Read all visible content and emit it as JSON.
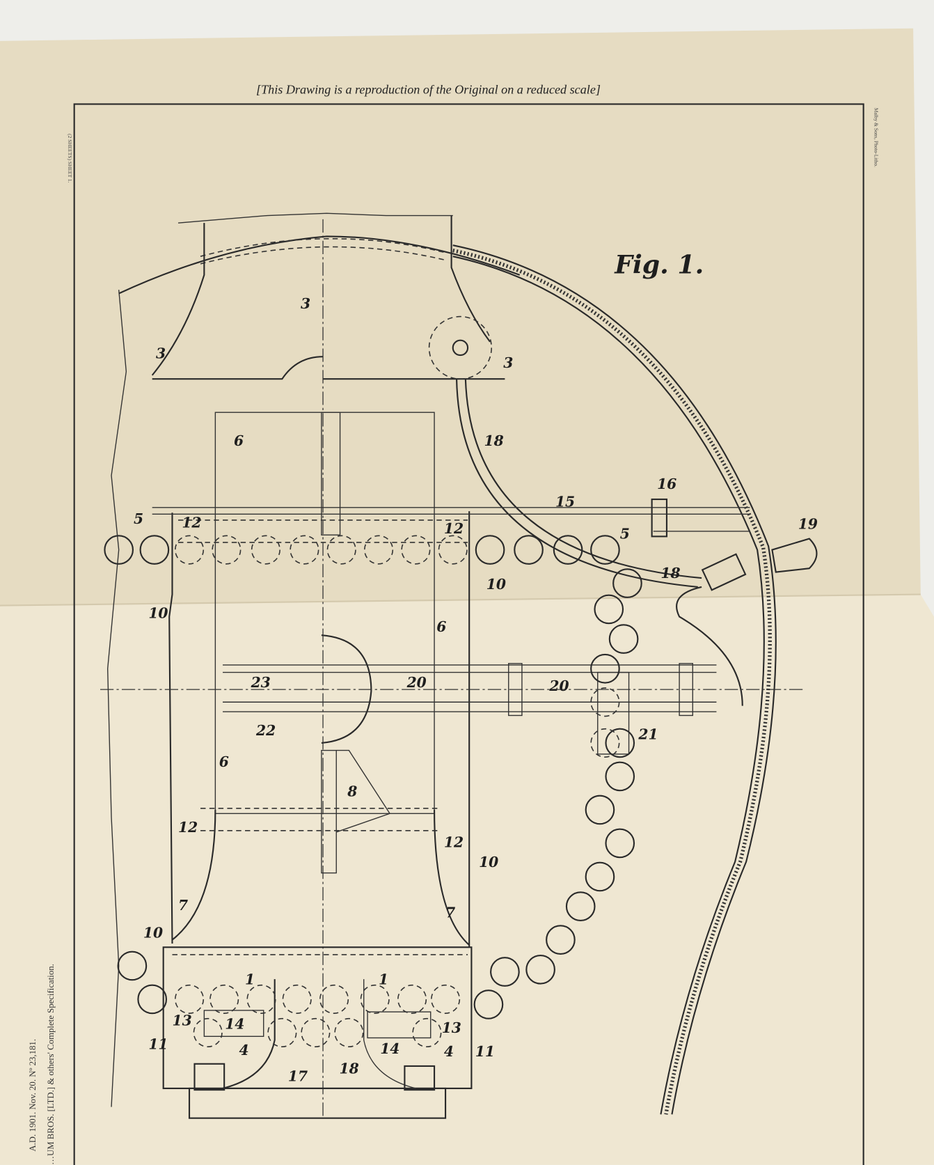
{
  "sheet": {
    "header_note": "[This Drawing is a reproduction of the Original on a reduced scale]",
    "figure_title": "Fig. 1.",
    "side_caption_line1": "A.D. 1901. Nov. 20. Nº 23,181.",
    "side_caption_line2": "…UM BROS. [LTD.] & others' Complete Specification.",
    "sheet_marker": "(2 SHEETS) SHEET 1.",
    "printer_mark": "Malby & Sons, Photo-Litho."
  },
  "colors": {
    "paper_upper": "#e6dcc2",
    "paper_lower": "#efe7d2",
    "ink": "#2a2a2a"
  },
  "fig_labels": [
    "3",
    "3",
    "3",
    "6",
    "6",
    "6",
    "5",
    "5",
    "12",
    "12",
    "12",
    "12",
    "15",
    "16",
    "18",
    "18",
    "19",
    "10",
    "10",
    "10",
    "10",
    "20",
    "20",
    "23",
    "22",
    "21",
    "8",
    "7",
    "7",
    "1",
    "1",
    "13",
    "13",
    "14",
    "14",
    "4",
    "4",
    "11",
    "11",
    "17",
    "18"
  ]
}
